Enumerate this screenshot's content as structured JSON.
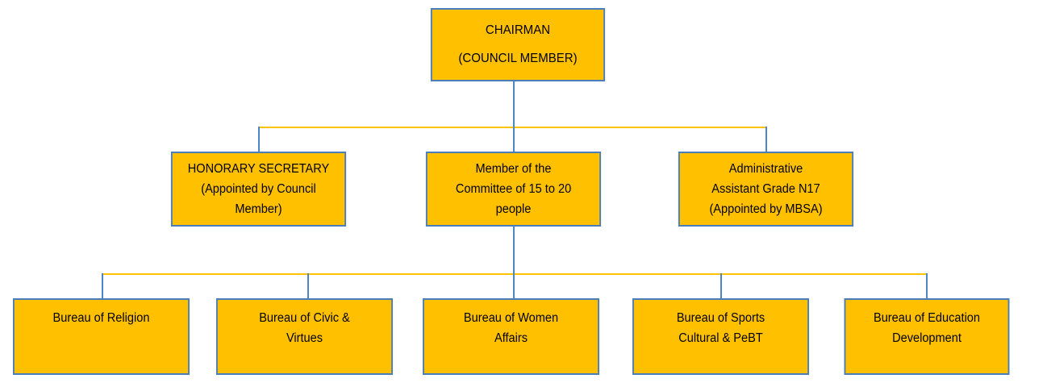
{
  "chart_data": {
    "type": "diagram",
    "diagram_type": "organizational-chart",
    "title": "",
    "colors": {
      "box_fill": "#FFC000",
      "box_border": "#4A7EBB",
      "connector_horizontal": "#FFC000",
      "connector_vertical": "#4A86C8",
      "text": "#000000",
      "background": "#FFFFFF"
    },
    "tiers": [
      {
        "level": 1,
        "nodes": [
          {
            "id": "chairman",
            "lines": [
              "CHAIRMAN",
              "(COUNCIL MEMBER)"
            ]
          }
        ]
      },
      {
        "level": 2,
        "nodes": [
          {
            "id": "honorary-secretary",
            "lines": [
              "HONORARY SECRETARY",
              "(Appointed by Council",
              "Member)"
            ]
          },
          {
            "id": "committee-member",
            "lines": [
              "Member of the",
              "Committee of 15 to 20",
              "people"
            ]
          },
          {
            "id": "administrative-assistant",
            "lines": [
              "Administrative",
              "Assistant Grade N17",
              "(Appointed by MBSA)"
            ]
          }
        ]
      },
      {
        "level": 3,
        "nodes": [
          {
            "id": "bureau-religion",
            "lines": [
              "Bureau of Religion"
            ]
          },
          {
            "id": "bureau-civic-virtues",
            "lines": [
              "Bureau of Civic &",
              "Virtues"
            ]
          },
          {
            "id": "bureau-women-affairs",
            "lines": [
              "Bureau of Women",
              "Affairs"
            ]
          },
          {
            "id": "bureau-sports-cultural",
            "lines": [
              "Bureau of Sports",
              "Cultural & PeBT"
            ]
          },
          {
            "id": "bureau-education-development",
            "lines": [
              "Bureau of Education",
              "Development"
            ]
          }
        ]
      }
    ],
    "edges": [
      {
        "from": "chairman",
        "to": "honorary-secretary"
      },
      {
        "from": "chairman",
        "to": "committee-member"
      },
      {
        "from": "chairman",
        "to": "administrative-assistant"
      },
      {
        "from": "committee-member",
        "to": "bureau-religion"
      },
      {
        "from": "committee-member",
        "to": "bureau-civic-virtues"
      },
      {
        "from": "committee-member",
        "to": "bureau-women-affairs"
      },
      {
        "from": "committee-member",
        "to": "bureau-sports-cultural"
      },
      {
        "from": "committee-member",
        "to": "bureau-education-development"
      }
    ]
  },
  "nodes": {
    "chairman": {
      "l0": "CHAIRMAN",
      "l1": "(COUNCIL MEMBER)"
    },
    "honorary_secretary": {
      "l0": "HONORARY SECRETARY",
      "l1": "(Appointed by Council",
      "l2": "Member)"
    },
    "committee_member": {
      "l0": "Member of the",
      "l1": "Committee of 15 to 20",
      "l2": "people"
    },
    "admin_assistant": {
      "l0": "Administrative",
      "l1": "Assistant Grade N17",
      "l2": "(Appointed by MBSA)"
    },
    "bureau_religion": {
      "l0": "Bureau of Religion"
    },
    "bureau_civic": {
      "l0": "Bureau of Civic &",
      "l1": "Virtues"
    },
    "bureau_women": {
      "l0": "Bureau of Women",
      "l1": "Affairs"
    },
    "bureau_sports": {
      "l0": "Bureau of Sports",
      "l1": "Cultural & PeBT"
    },
    "bureau_education": {
      "l0": "Bureau of Education",
      "l1": "Development"
    }
  }
}
